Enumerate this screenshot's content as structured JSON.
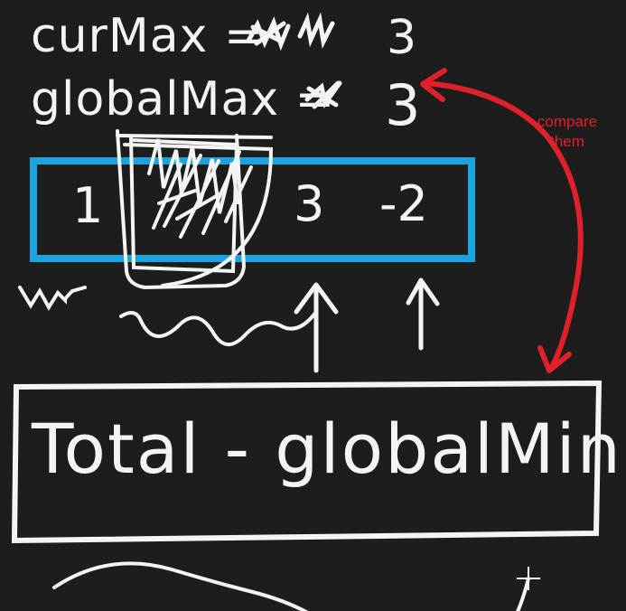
{
  "board": {
    "cur_max_label": "curMax =",
    "cur_max_value": "3",
    "global_max_label": "globalMax =",
    "global_max_value": "3",
    "annotation": "compare them",
    "array": [
      "1",
      "3",
      "-2"
    ],
    "formula": "Total - globalMin"
  },
  "colors": {
    "background": "#1d1d1d",
    "chalk": "#f3f3f3",
    "array_box": "#1aa3dc",
    "annotation": "#e0202a"
  }
}
